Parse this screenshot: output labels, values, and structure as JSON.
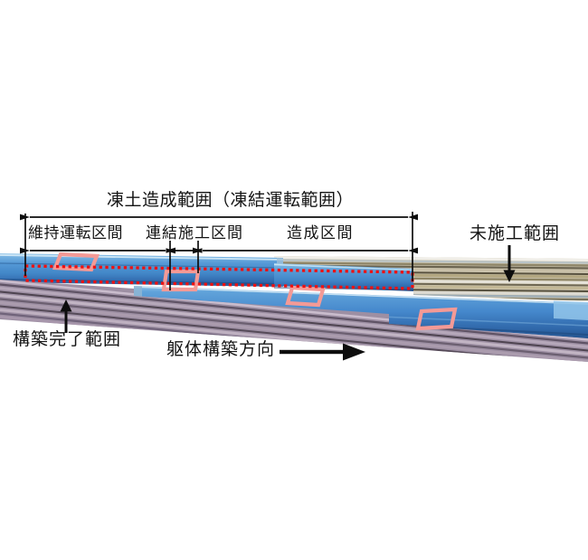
{
  "title": "凍土造成範囲（凍結運転範囲）",
  "sections": {
    "maintenance_label": "維持運転区間",
    "connection_label": "連結施工区間",
    "creation_label": "造成区間"
  },
  "annotations": {
    "unconstructed_label": "未施工範囲",
    "completed_label": "構築完了範囲",
    "direction_label": "躯体構築方向"
  },
  "colors": {
    "frozen_outline_red": "#ee1111",
    "section_box_pink": "#f49a96",
    "tube_blue": "#4a8fd0",
    "completed_purple": "#9d8fa3",
    "unconstructed_tan": "#b3a781",
    "annotation_black": "#0d0d0d"
  }
}
